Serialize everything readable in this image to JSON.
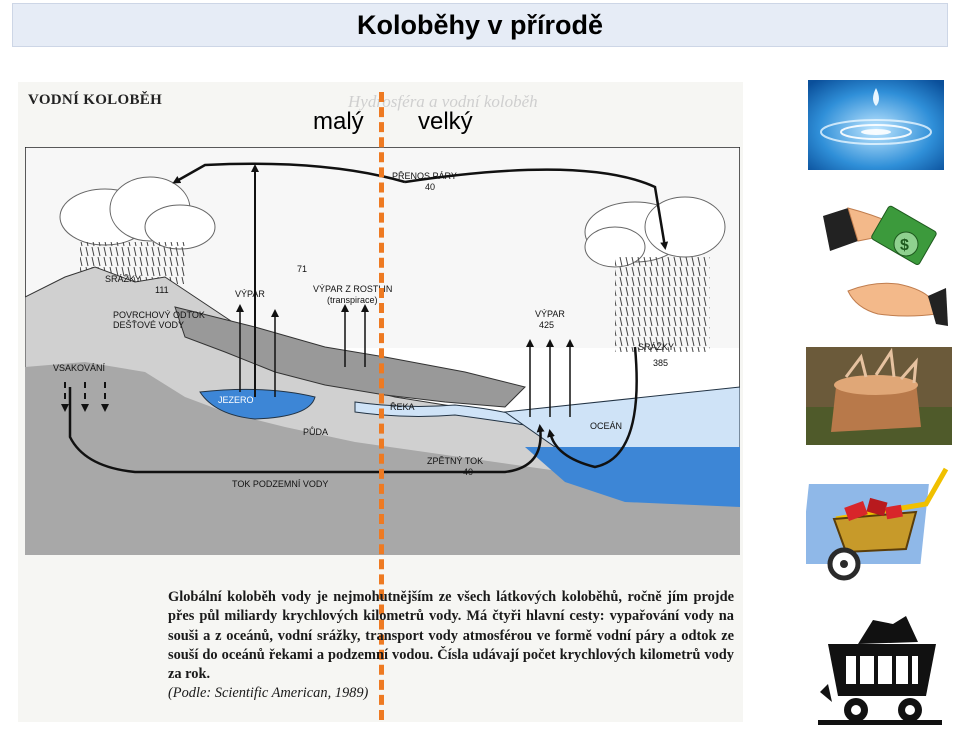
{
  "slide": {
    "title": "Koloběhy v přírodě",
    "label_small": "malý",
    "label_big": "velký"
  },
  "scan": {
    "heading": "VODNÍ KOLOBĚH",
    "ghost_heading": "Hydrosféra a vodní koloběh",
    "diagram_labels": {
      "prenos_pary": "PŘENOS PÁRY",
      "prenos_pary_value": "40",
      "srazky_left": "SRÁŽKY",
      "srazky_left_value": "111",
      "vypar_left": "VÝPAR",
      "value_71": "71",
      "vypar_z_rostlin": "VÝPAR Z ROSTLIN",
      "transpirace": "(transpirace)",
      "povrchovy_odtok": "POVRCHOVÝ ODTOK",
      "destove_vody": "DEŠŤOVÉ VODY",
      "vypar_right": "VÝPAR",
      "vypar_right_value": "425",
      "srazky_right": "SRÁŽKY",
      "srazky_right_value": "385",
      "vsakovani": "VSAKOVÁNÍ",
      "jezero": "JEZERO",
      "reka": "ŘEKA",
      "ocean": "OCEÁN",
      "puda": "PŮDA",
      "zpetny_tok": "ZPĚTNÝ TOK",
      "zpetny_tok_value": "40",
      "tok_podzemni_vody": "TOK PODZEMNÍ VODY"
    },
    "caption": "Globální koloběh vody je nejmohutnějším ze všech látkových koloběhů, ročně jím projde přes půl miliardy krychlových kilometrů vody. Má čtyři hlavní cesty: vypařování vody na souši a z oceánů, vodní srážky, transport vody atmosférou ve formě vodní páry a odtok ze souší do oceánů řekami a podzemní vodou. Čísla udávají počet krychlových kilometrů vody za rok.",
    "source": "(Podle: Scientific American, 1989)"
  },
  "icons": [
    "water-drop-icon",
    "money-exchange-icon",
    "tree-stump-icon",
    "wheelbarrow-icon",
    "coal-cart-icon"
  ],
  "colors": {
    "divider": "#ee7a22",
    "title_bar": "#e6ecf6",
    "water": "#3d86d6"
  }
}
